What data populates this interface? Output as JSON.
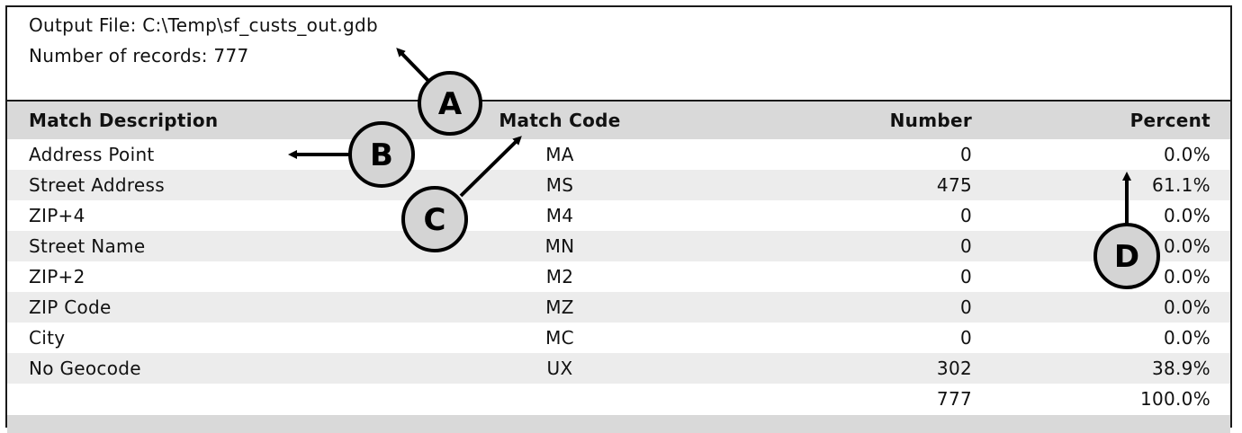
{
  "report": {
    "output_file_label": "Output File: C:\\Temp\\sf_custs_out.gdb",
    "records_label": "Number of records: 777"
  },
  "table": {
    "headers": {
      "description": "Match Description",
      "code": "Match Code",
      "number": "Number",
      "percent": "Percent"
    },
    "rows": [
      {
        "description": "Address Point",
        "code": "MA",
        "number": "0",
        "percent": "0.0%"
      },
      {
        "description": "Street Address",
        "code": "MS",
        "number": "475",
        "percent": "61.1%"
      },
      {
        "description": "ZIP+4",
        "code": "M4",
        "number": "0",
        "percent": "0.0%"
      },
      {
        "description": "Street Name",
        "code": "MN",
        "number": "0",
        "percent": "0.0%"
      },
      {
        "description": "ZIP+2",
        "code": "M2",
        "number": "0",
        "percent": "0.0%"
      },
      {
        "description": "ZIP Code",
        "code": "MZ",
        "number": "0",
        "percent": "0.0%"
      },
      {
        "description": "City",
        "code": "MC",
        "number": "0",
        "percent": "0.0%"
      },
      {
        "description": "No Geocode",
        "code": "UX",
        "number": "302",
        "percent": "38.9%"
      }
    ],
    "totals": {
      "description": "",
      "code": "",
      "number": "777",
      "percent": "100.0%"
    }
  },
  "callouts": {
    "a": "A",
    "b": "B",
    "c": "C",
    "d": "D"
  }
}
